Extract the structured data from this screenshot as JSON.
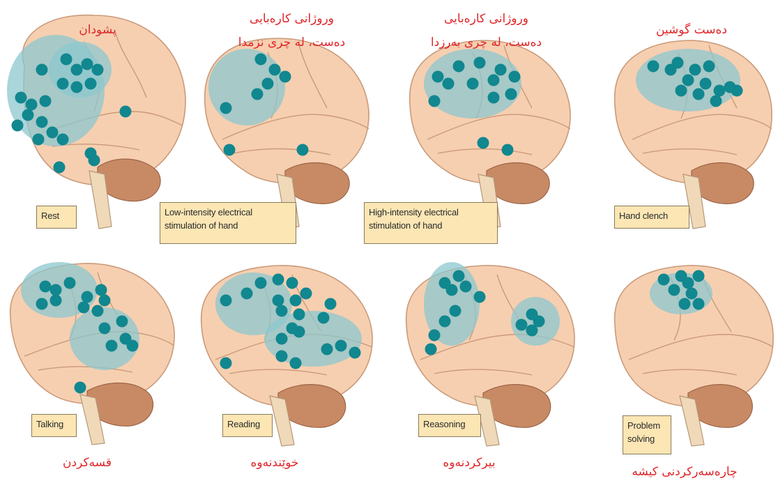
{
  "panels": [
    {
      "id": "rest",
      "label": "Rest",
      "kurdish": "پشودان"
    },
    {
      "id": "low",
      "label": "Low-intensity electrical\nstimulation of hand",
      "kurdish_line1": "وروژانی کارەبایی",
      "kurdish_line2": "دەست، لە چری نزمدا"
    },
    {
      "id": "high",
      "label": "High-intensity electrical\nstimulation of hand",
      "kurdish_line1": "وروژانی کارەبایی",
      "kurdish_line2": "دەست، لە چری بەرزدا"
    },
    {
      "id": "clench",
      "label": "Hand clench",
      "kurdish": "دەست گوشین"
    },
    {
      "id": "talking",
      "label": "Talking",
      "kurdish": "قسەکردن"
    },
    {
      "id": "reading",
      "label": "Reading",
      "kurdish": "خوێندنەوە"
    },
    {
      "id": "reasoning",
      "label": "Reasoning",
      "kurdish": "بیرکردنەوە"
    },
    {
      "id": "problem",
      "label": "Problem\nsolving",
      "kurdish": "چارەسەرکردنی کیشە"
    }
  ],
  "colors": {
    "brain": "#f6cfb0",
    "brain_light": "#f9dcc4",
    "outline": "#c99a7a",
    "cerebellum": "#c88a64",
    "stem": "#efd9b8",
    "activation_area": "#8cc7cf",
    "dot": "#11878f",
    "text_red": "#e0262a",
    "label_bg": "#fbe6b4"
  }
}
